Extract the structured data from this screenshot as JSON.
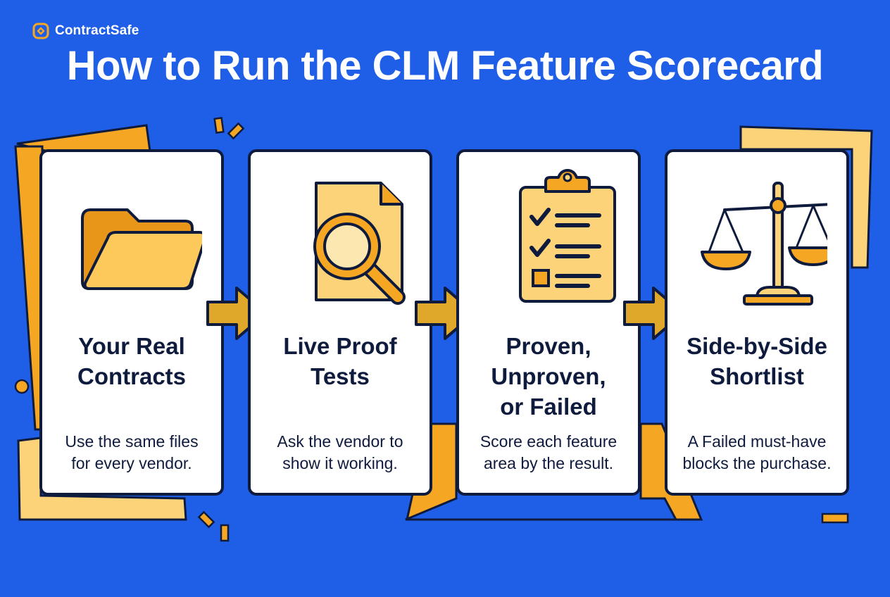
{
  "brand": {
    "name": "ContractSafe",
    "logo_icon": "contractsafe-logo-icon"
  },
  "title": "How to Run the CLM Feature Scorecard",
  "colors": {
    "background": "#1f5ee6",
    "accent": "#f0a31c",
    "card": "#ffffff",
    "ink": "#0f1b3d",
    "paper": "#fdd37a"
  },
  "steps": [
    {
      "icon": "folder-icon",
      "title": "Your Real\nContracts",
      "description": "Use the same files\nfor every vendor."
    },
    {
      "icon": "document-magnifier-icon",
      "title": "Live Proof\nTests",
      "description": "Ask the vendor to\nshow it working."
    },
    {
      "icon": "clipboard-checklist-icon",
      "title": "Proven,\nUnproven,\nor Failed",
      "description": "Score each feature\narea by the result."
    },
    {
      "icon": "balance-scale-icon",
      "title": "Side-by-Side\nShortlist",
      "description": "A Failed must-have\nblocks the purchase."
    }
  ]
}
